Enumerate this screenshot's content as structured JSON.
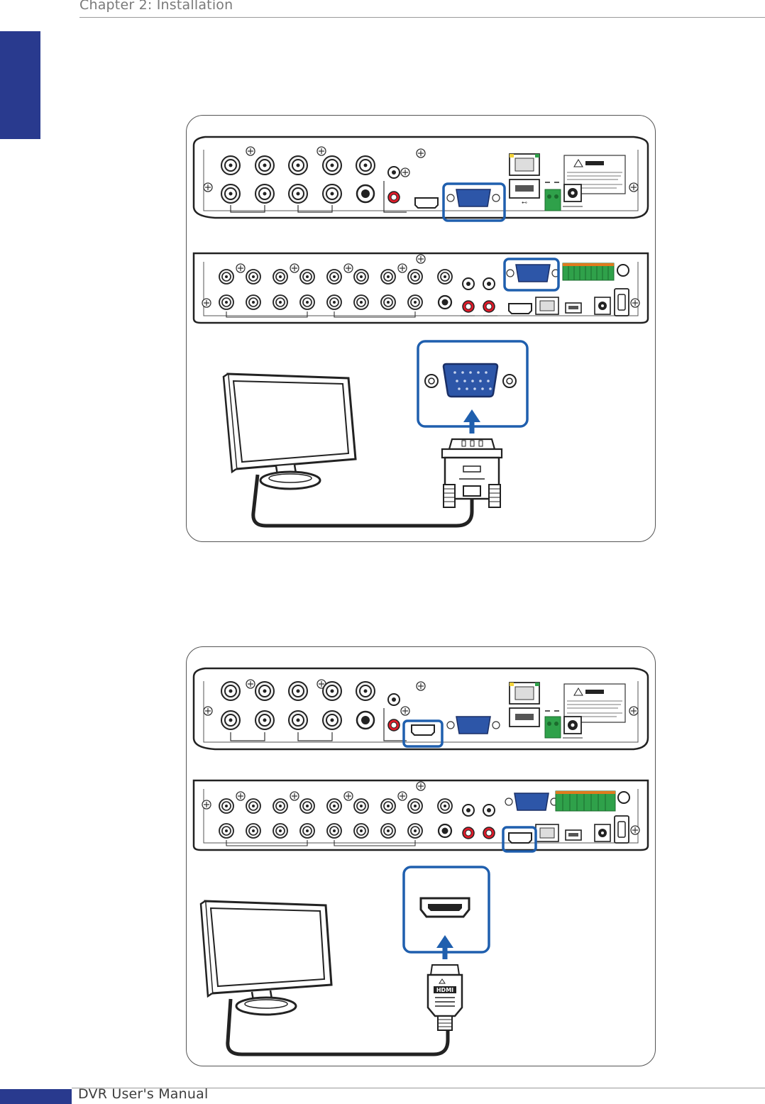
{
  "header": {
    "title": "Chapter 2: Installation"
  },
  "footer": {
    "title": "DVR User's Manual"
  },
  "colors": {
    "brand": "#293a8e",
    "highlight": "#1f5fae",
    "vga_blue": "#2d56a8",
    "terminal_green": "#2fa14a"
  },
  "figures": [
    {
      "connection": "vga",
      "icons": [
        "dvr-rear-panel-4ch",
        "dvr-rear-panel-16ch",
        "monitor-icon",
        "vga-port-icon",
        "vga-plug-icon"
      ]
    },
    {
      "connection": "hdmi",
      "icons": [
        "dvr-rear-panel-4ch",
        "dvr-rear-panel-16ch",
        "monitor-icon",
        "hdmi-port-icon",
        "hdmi-plug-icon"
      ]
    }
  ],
  "hdmi_plug_label": "HDMI"
}
